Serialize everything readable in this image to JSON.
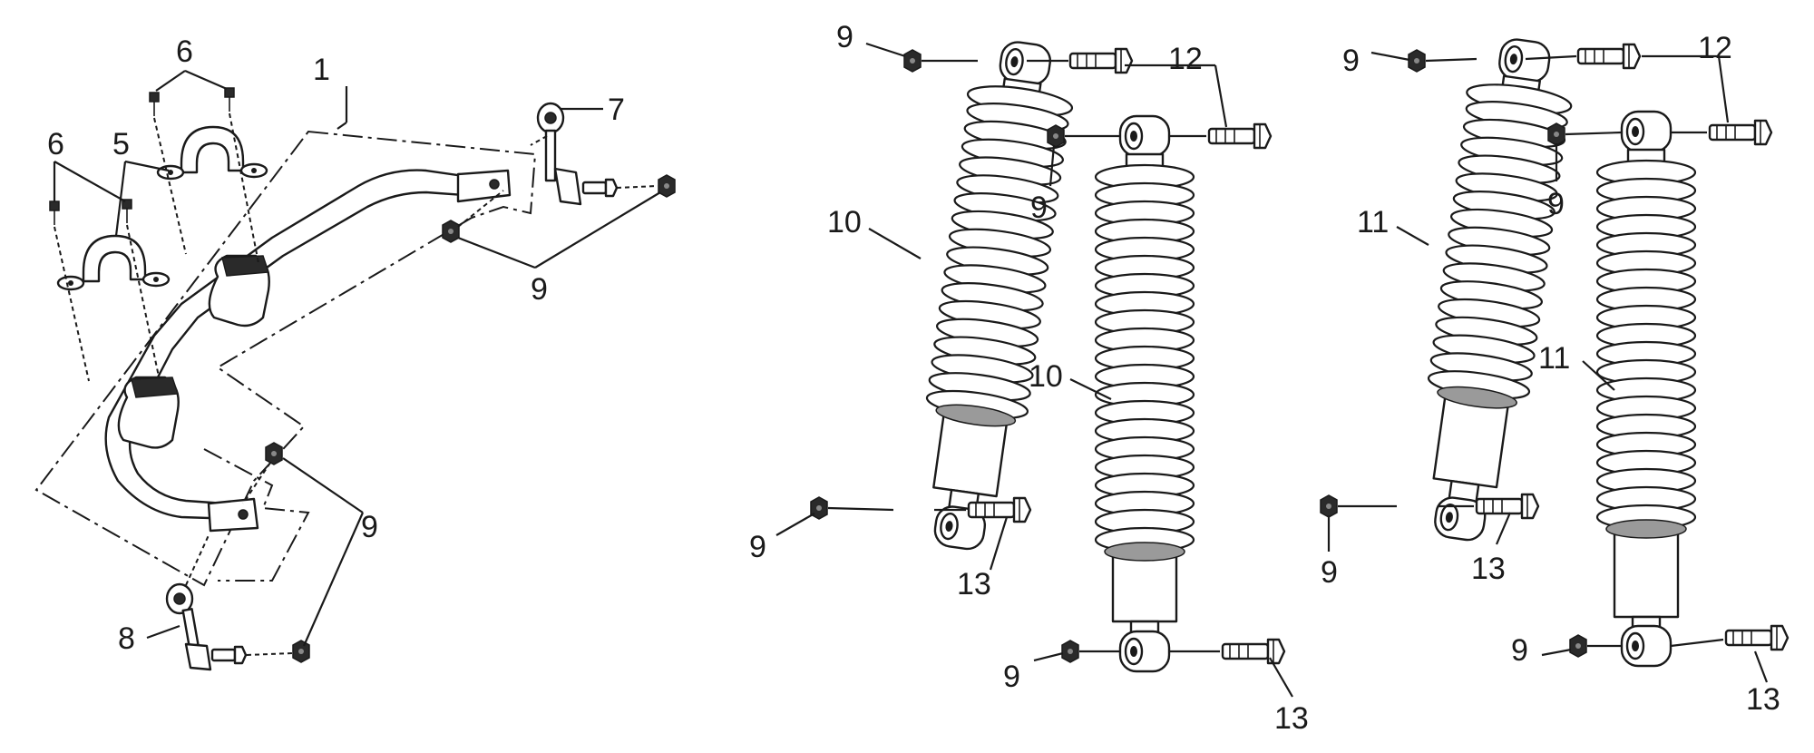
{
  "callouts": {
    "c1": "1",
    "c5": "5",
    "c6a": "6",
    "c6b": "6",
    "c7": "7",
    "c8": "8",
    "c9a": "9",
    "c9b": "9",
    "c9c": "9",
    "c9d": "9",
    "c9e": "9",
    "c9f": "9",
    "c9g": "9",
    "c9h": "9",
    "c9i": "9",
    "c9j": "9",
    "c10a": "10",
    "c10b": "10",
    "c11a": "11",
    "c11b": "11",
    "c12a": "12",
    "c12b": "12",
    "c13a": "13",
    "c13b": "13",
    "c13c": "13",
    "c13d": "13"
  }
}
